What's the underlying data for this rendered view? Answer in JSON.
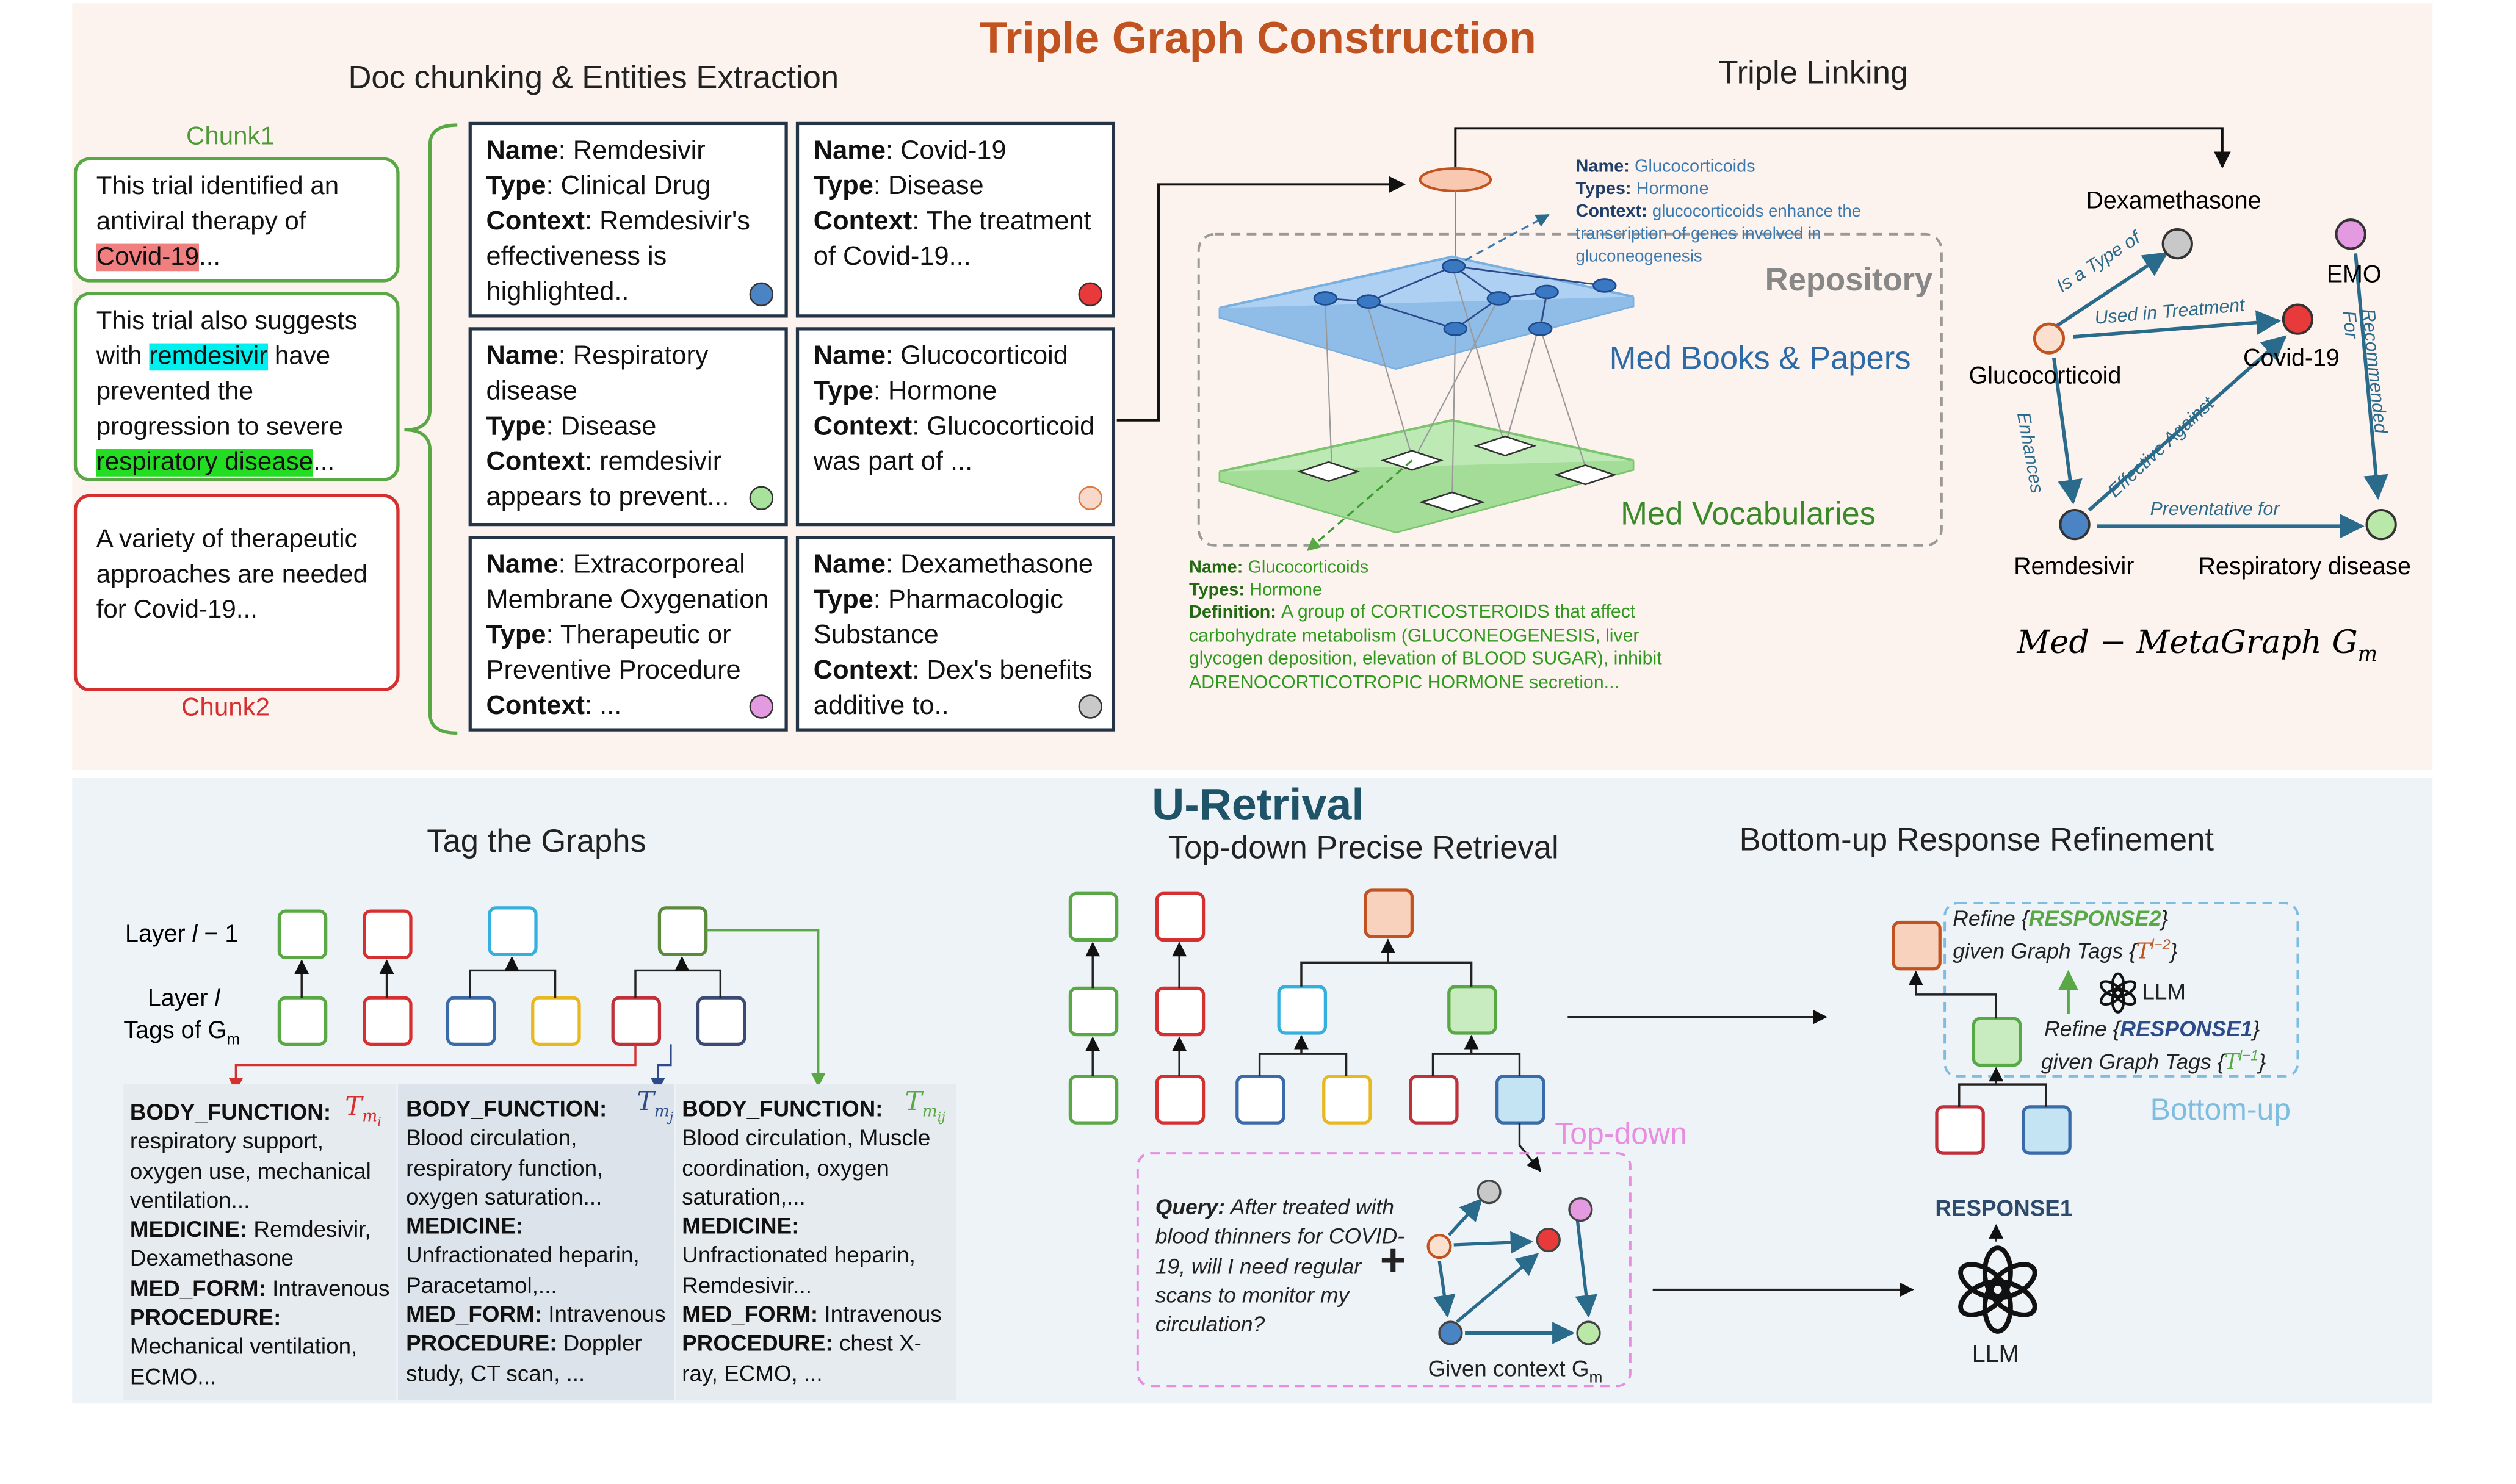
{
  "titles": {
    "top": "Triple Graph Construction",
    "bottom": "U-Retrival"
  },
  "colors": {
    "top_title": "#c0531f",
    "bottom_title": "#1f5468",
    "green": "#5aa845",
    "red": "#d62f2f",
    "blue": "#4b84c4",
    "navy": "#243447",
    "orange": "#e07a43",
    "pink": "#e88de0",
    "lightblue": "#7fbde0"
  },
  "subtitles": {
    "doc_chunking": "Doc chunking & Entities Extraction",
    "triple_linking": "Triple Linking",
    "tag_graphs": "Tag the Graphs",
    "top_down": "Top-down Precise Retrieval",
    "bottom_up": "Bottom-up Response Refinement"
  },
  "chunks": {
    "chunk1_label": "Chunk1",
    "chunk2_label": "Chunk2",
    "c1_pre": "This trial identified an antiviral therapy of ",
    "c1_hl": "Covid-19",
    "c1_post": "...",
    "c2_pre": "This trial also suggests with ",
    "c2_hl1": "remdesivir",
    "c2_mid": " have prevented the progression to severe ",
    "c2_hl2": "respiratory disease",
    "c2_post": "...",
    "c3": "A variety of therapeutic approaches are needed for Covid-19..."
  },
  "labels": {
    "name": "Name",
    "type": "Type",
    "context": "Context",
    "definition": "Definition",
    "types": "Types"
  },
  "entities": [
    {
      "name": "Remdesivir",
      "type": "Clinical Drug",
      "context": "Remdesivir's effectiveness is highlighted.."
    },
    {
      "name": "Covid-19",
      "type": "Disease",
      "context": "The treatment of Covid-19..."
    },
    {
      "name": "Respiratory disease",
      "type": "Disease",
      "context": "remdesivir appears to prevent..."
    },
    {
      "name": "Glucocorticoid",
      "type": "Hormone",
      "context": "Glucocorticoid was part of ..."
    },
    {
      "name": "Extracorporeal Membrane Oxygenation",
      "type": "Therapeutic or Preventive Procedure",
      "context": "..."
    },
    {
      "name": "Dexamethasone",
      "type": "Pharmacologic Substance",
      "context": "Dex's benefits additive to.."
    }
  ],
  "repository": {
    "label": "Repository",
    "books": "Med Books & Papers",
    "vocab": "Med Vocabularies",
    "info_top": {
      "name": "Glucocorticoids",
      "types": "Hormone",
      "context": "glucocorticoids enhance the transcription of genes involved in gluconeogenesis"
    },
    "info_bottom": {
      "name": "Glucocorticoids",
      "types": "Hormone",
      "definition": "A group of CORTICOSTEROIDS that affect carbohydrate metabolism (GLUCONEOGENESIS, liver glycogen deposition, elevation of BLOOD SUGAR), inhibit ADRENOCORTICOTROPIC HORMONE secretion..."
    }
  },
  "metagraph": {
    "nodes": {
      "dexamethasone": "Dexamethasone",
      "emo": "EMO",
      "glucocorticoid": "Glucocorticoid",
      "covid": "Covid-19",
      "remdesivir": "Remdesivir",
      "respiratory": "Respiratory disease"
    },
    "edges": {
      "is_a_type_of": "Is a Type of",
      "used_in_treatment": "Used in Treatment",
      "recommended_for": "Recommended For",
      "enhances": "Enhances",
      "effective_against": "Effective Against",
      "preventative_for": "Preventative for"
    },
    "caption": "Med − MetaGraph G",
    "caption_sub": "m"
  },
  "tag_graphs": {
    "layer_prev_a": "Layer ",
    "layer_prev_b": "l",
    "layer_prev_c": " − 1",
    "layer_a": "Layer ",
    "layer_b": "l",
    "tags_of": "Tags of G",
    "tags_sub": "m",
    "t_main": "T",
    "t_i": "m",
    "t_i2": "i",
    "t_j2": "j",
    "t_ij2": "ij"
  },
  "tag_columns": [
    {
      "rows": [
        {
          "k": "BODY_FUNCTION",
          "v": "respiratory support, oxygen use, mechanical ventilation..."
        },
        {
          "k": "MEDICINE",
          "v": "Remdesivir, Dexamethasone"
        },
        {
          "k": "MED_FORM",
          "v": "Intravenous"
        },
        {
          "k": "PROCEDURE",
          "v": "Mechanical ventilation, ECMO..."
        }
      ]
    },
    {
      "rows": [
        {
          "k": "BODY_FUNCTION",
          "v": "Blood circulation, respiratory function, oxygen saturation..."
        },
        {
          "k": "MEDICINE",
          "v": "Unfractionated heparin, Paracetamol,..."
        },
        {
          "k": "MED_FORM",
          "v": "Intravenous"
        },
        {
          "k": "PROCEDURE",
          "v": "Doppler study, CT scan, ..."
        }
      ]
    },
    {
      "rows": [
        {
          "k": "BODY_FUNCTION",
          "v": "Blood circulation, Muscle coordination, oxygen saturation,..."
        },
        {
          "k": "MEDICINE",
          "v": "Unfractionated heparin, Remdesivir..."
        },
        {
          "k": "MED_FORM",
          "v": "Intravenous"
        },
        {
          "k": "PROCEDURE",
          "v": "chest X-ray, ECMO, ..."
        }
      ]
    }
  ],
  "retrieval": {
    "top_down_label": "Top-down",
    "query_label": "Query:",
    "query_text": " After treated with blood thinners for COVID-19, will I need regular scans to monitor my circulation?",
    "plus": "+",
    "given_context": "Given context G",
    "given_context_sub": "m"
  },
  "refinement": {
    "refine2_a": "Refine {",
    "refine2_b": "RESPONSE2",
    "refine2_c": "}",
    "given2": "given Graph Tags {",
    "sup2": "l−2",
    "refine1_a": "Refine {",
    "refine1_b": "RESPONSE1",
    "refine1_c": "}",
    "given1": "given Graph Tags {",
    "sup1": "l−1",
    "close": "}",
    "llm": "LLM",
    "bottom_up": "Bottom-up",
    "response1": "RESPONSE1",
    "llm_big": "LLM"
  }
}
